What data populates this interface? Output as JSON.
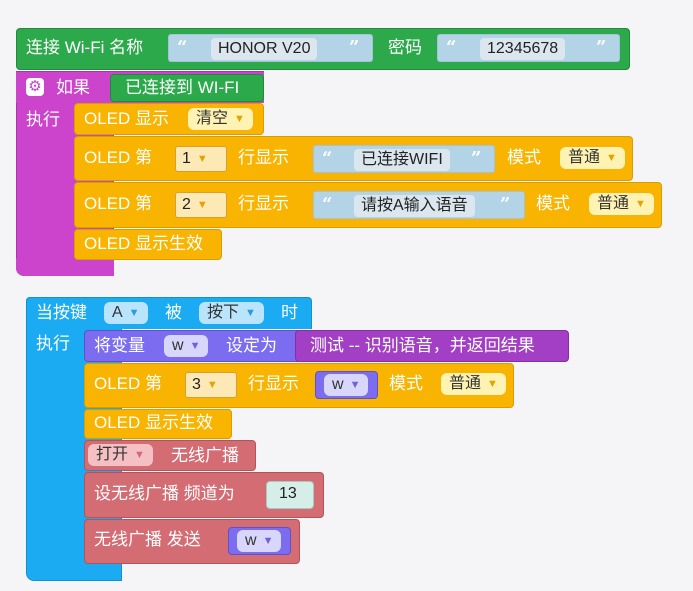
{
  "colors": {
    "wifi_green": "#2ca94b",
    "control_purple": "#cc44cc",
    "oled_yellow": "#f8b400",
    "event_blue": "#1aabf2",
    "variable_violet": "#7b6cf0",
    "function_purple": "#a33fc4",
    "radio_red": "#d36c73",
    "text_blue": "#b3d4e6"
  },
  "program1": {
    "connect": {
      "label": "连接 Wi-Fi 名称",
      "ssid": "HONOR V20",
      "password_label": "密码",
      "password": "12345678"
    },
    "if_block": {
      "if_label": "如果",
      "condition": "已连接到 WI-FI",
      "do_label": "执行",
      "gear_icon": "gear-icon"
    },
    "oled_clear": {
      "label": "OLED 显示",
      "value": "清空"
    },
    "line1": {
      "prefix": "OLED 第",
      "line": "1",
      "mid": "行显示",
      "text": "已连接WIFI",
      "mode_label": "模式",
      "mode": "普通"
    },
    "line2": {
      "prefix": "OLED 第",
      "line": "2",
      "mid": "行显示",
      "text": "请按A输入语音",
      "mode_label": "模式",
      "mode": "普通"
    },
    "apply": {
      "label": "OLED 显示生效"
    }
  },
  "program2": {
    "event": {
      "label": "当按键",
      "key": "A",
      "mid": "被",
      "action": "按下",
      "suffix": "时",
      "do_label": "执行"
    },
    "set_var": {
      "label": "将变量",
      "var": "w",
      "set_to": "设定为",
      "value": "测试 -- 识别语音，并返回结果"
    },
    "line3": {
      "prefix": "OLED 第",
      "line": "3",
      "mid": "行显示",
      "var": "w",
      "mode_label": "模式",
      "mode": "普通"
    },
    "apply": {
      "label": "OLED 显示生效"
    },
    "radio_on": {
      "state": "打开",
      "label": "无线广播"
    },
    "radio_channel": {
      "label": "设无线广播  频道为",
      "value": "13"
    },
    "radio_send": {
      "label": "无线广播  发送",
      "var": "w"
    }
  }
}
